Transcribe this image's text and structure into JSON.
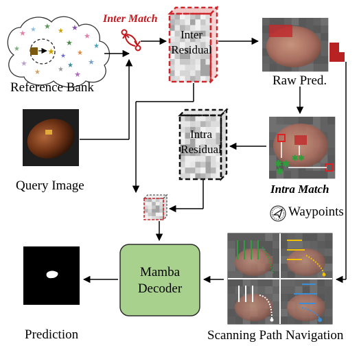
{
  "labels": {
    "reference_bank": "Reference Bank",
    "inter_match": "Inter Match",
    "inter_residual_line1": "Inter",
    "inter_residual_line2": "Residual",
    "raw_pred": "Raw Pred.",
    "query_image": "Query Image",
    "intra_residual_line1": "Intra",
    "intra_residual_line2": "Residual",
    "intra_match": "Intra Match",
    "waypoints": "Waypoints",
    "mamba_decoder_line1": "Mamba",
    "mamba_decoder_line2": "Decoder",
    "prediction": "Prediction",
    "scanning_path_navigation": "Scanning Path Navigation"
  },
  "icons": [
    "star-icon",
    "match-arrows-icon",
    "compass-icon",
    "hazelnut-image",
    "scan-direction-arrows"
  ],
  "colors": {
    "inter_accent": "#c4161c",
    "decoder_fill": "#a9d18e",
    "decoder_stroke": "#2d2d2d",
    "intra_green": "#2e9e3a",
    "scan_yellow": "#f2c200",
    "scan_blue": "#3a8fd6"
  }
}
